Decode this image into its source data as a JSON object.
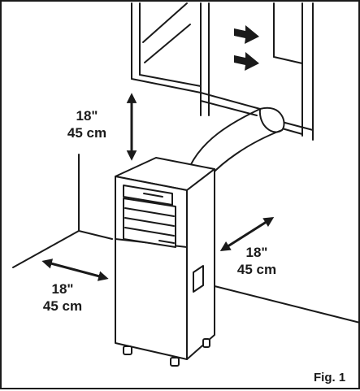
{
  "figure": {
    "caption": "Fig. 1",
    "clearance_top": {
      "inches": "18\"",
      "cm": "45 cm"
    },
    "clearance_left": {
      "inches": "18\"",
      "cm": "45 cm"
    },
    "clearance_right": {
      "inches": "18\"",
      "cm": "45 cm"
    }
  },
  "colors": {
    "line": "#1a1a1a",
    "background": "#ffffff"
  },
  "icons": [
    "arrow-right-icon",
    "double-arrow-vertical-icon",
    "double-arrow-diagonal-icon"
  ]
}
